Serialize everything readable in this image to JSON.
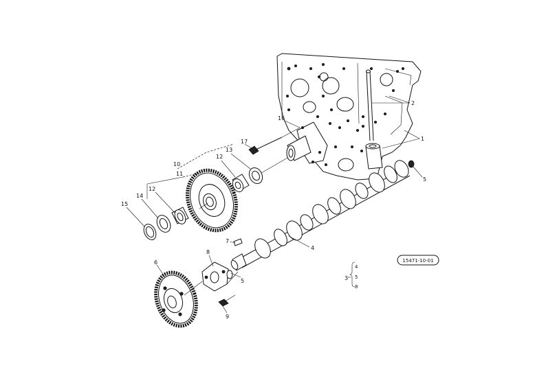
{
  "diagram": {
    "reference_code": "15471-10-01",
    "callouts": {
      "c1": "1",
      "c2": "2",
      "c3": "3",
      "c4": "4",
      "c5a": "5",
      "c5b": "5",
      "c6": "6",
      "c7": "7",
      "c8": "8",
      "c9": "9",
      "c10": "10",
      "c11": "11",
      "c12a": "12",
      "c12b": "12",
      "c13": "13",
      "c14": "14",
      "c15": "15",
      "c16": "16",
      "c17": "17"
    },
    "key_group": {
      "k4": "4",
      "k5": "5",
      "k8": "8"
    }
  }
}
